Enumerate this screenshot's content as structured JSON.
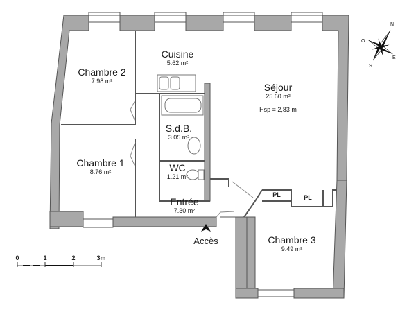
{
  "plan": {
    "rooms": [
      {
        "id": "chambre2",
        "name": "Chambre 2",
        "area": "7.98 m²"
      },
      {
        "id": "cuisine",
        "name": "Cuisine",
        "area": "5.62 m²"
      },
      {
        "id": "sejour",
        "name": "Séjour",
        "area": "25.60 m²",
        "extra": "Hsp =  2,83 m"
      },
      {
        "id": "sdb",
        "name": "S.d.B.",
        "area": "3.05 m²"
      },
      {
        "id": "chambre1",
        "name": "Chambre 1",
        "area": "8.76 m²"
      },
      {
        "id": "wc",
        "name": "WC",
        "area": "1.21 m²"
      },
      {
        "id": "entree",
        "name": "Entrée",
        "area": "7.30 m²"
      },
      {
        "id": "chambre3",
        "name": "Chambre 3",
        "area": "9.49 m²"
      }
    ],
    "closets": [
      "PL",
      "PL"
    ],
    "access_label": "Accès",
    "scale": {
      "ticks": [
        "0",
        "1",
        "2",
        "3m"
      ]
    },
    "compass": {
      "n": "N",
      "e": "E",
      "s": "S",
      "o": "O"
    },
    "colors": {
      "wall": "#a8a8a8",
      "wall_stroke": "#555555",
      "background": "#ffffff",
      "text": "#1a1a1a"
    }
  }
}
